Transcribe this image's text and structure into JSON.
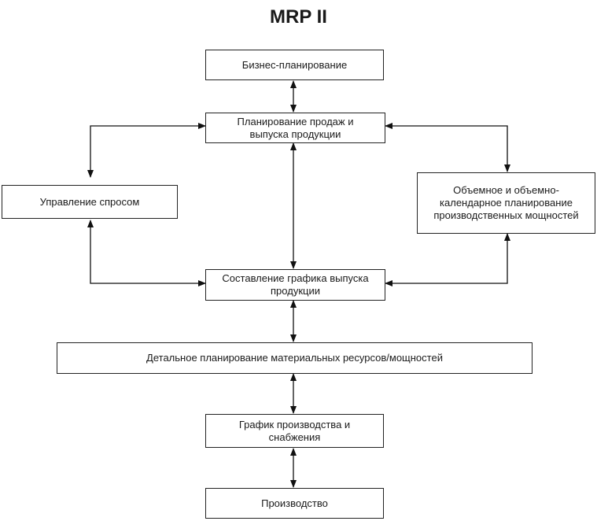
{
  "diagram": {
    "title": "MRP II",
    "nodes": {
      "business": "Бизнес-планирование",
      "sales": "Планирование продаж и\nвыпуска продукции",
      "demand": "Управление спросом",
      "capacity": "Объемное и объемно-\nкалендарное планирование\nпроизводственных мощностей",
      "schedule": "Составление графика выпуска\nпродукции",
      "detailed": "Детальное планирование материальных ресурсов/мощностей",
      "production_schedule": "График производства и\nснабжения",
      "production": "Производство"
    },
    "edges": [
      {
        "from": "business",
        "to": "sales",
        "direction": "both"
      },
      {
        "from": "sales",
        "to": "demand",
        "direction": "both"
      },
      {
        "from": "sales",
        "to": "capacity",
        "direction": "both"
      },
      {
        "from": "sales",
        "to": "schedule",
        "direction": "both"
      },
      {
        "from": "demand",
        "to": "schedule",
        "direction": "both"
      },
      {
        "from": "capacity",
        "to": "schedule",
        "direction": "both"
      },
      {
        "from": "schedule",
        "to": "detailed",
        "direction": "both"
      },
      {
        "from": "detailed",
        "to": "production_schedule",
        "direction": "both"
      },
      {
        "from": "production_schedule",
        "to": "production",
        "direction": "both"
      }
    ]
  }
}
